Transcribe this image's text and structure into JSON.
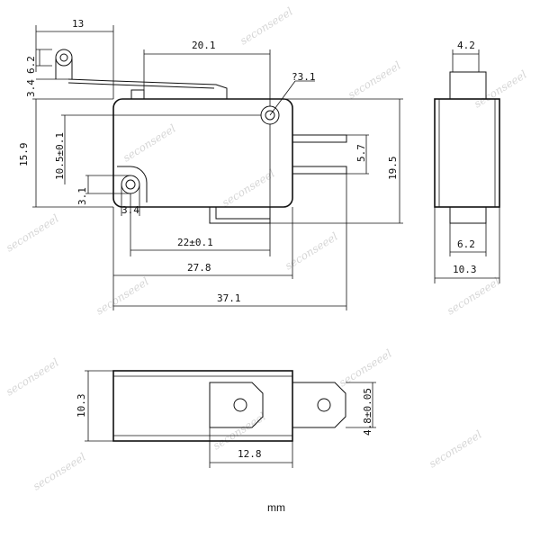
{
  "diagram": {
    "front_view": {
      "lever_offset": "13",
      "roller_dia": "6.2",
      "lever_gap": "3.4",
      "lever_length": "20.1",
      "mount_hole": "?3.1",
      "body_height": "15.9",
      "hole_spacing_v": "10.5±0.1",
      "hole_offset_y": "3.1",
      "hole_offset_x": "3.4",
      "terminal_pitch": "5.7",
      "overall_height": "19.5",
      "hole_spacing_h": "22±0.1",
      "body_length": "27.8",
      "overall_length": "37.1"
    },
    "side_view": {
      "top_width": "4.2",
      "base_width": "6.2",
      "body_width": "10.3"
    },
    "bottom_view": {
      "body_width": "10.3",
      "terminal_width": "4.8±0.05",
      "terminal_span": "12.8"
    },
    "unit_label": "mm",
    "watermark": "seconseeel"
  }
}
